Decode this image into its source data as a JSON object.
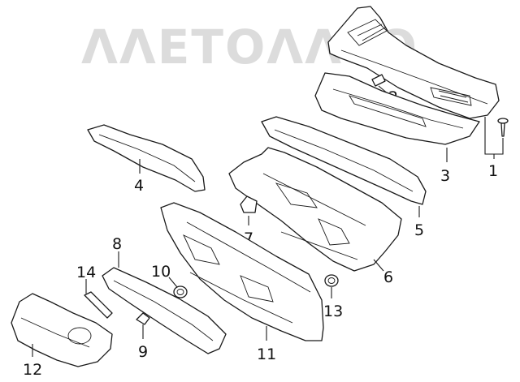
{
  "watermark": {
    "text": "ΛΛΕΤΟΛΛΤΟ"
  },
  "callouts": {
    "c1": "1",
    "c2": "2",
    "c3": "3",
    "c4": "4",
    "c5": "5",
    "c6": "6",
    "c7": "7",
    "c8": "8",
    "c9": "9",
    "c10": "10",
    "c11": "11",
    "c12": "12",
    "c13": "13",
    "c14": "14"
  }
}
